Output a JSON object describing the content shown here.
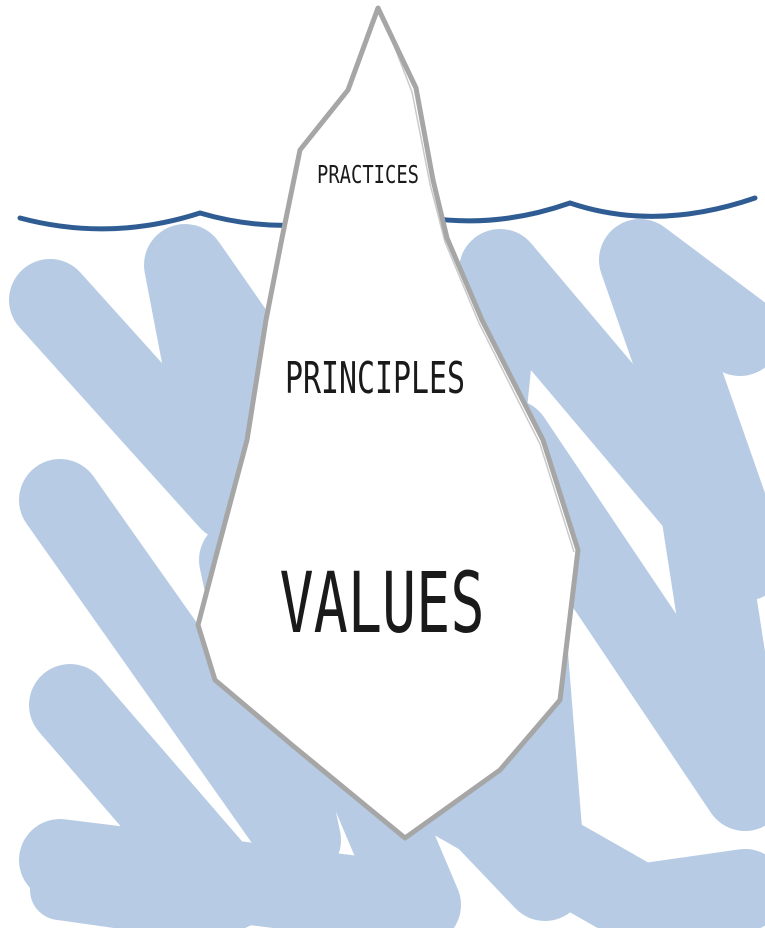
{
  "diagram": {
    "type": "iceberg",
    "layers": {
      "tip": "PRACTICES",
      "middle": "PRINCIPLES",
      "base": "VALUES"
    }
  },
  "colors": {
    "water_scribble": "#b7cce4",
    "waterline": "#2f5d93",
    "iceberg_outline": "#a6a6a6",
    "iceberg_fill": "#ffffff",
    "text": "#1a1a1a"
  }
}
